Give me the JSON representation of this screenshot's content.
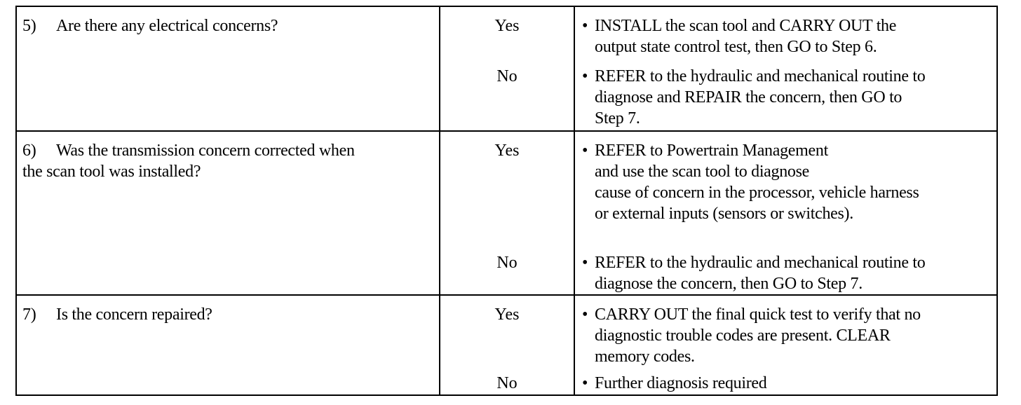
{
  "steps": [
    {
      "number": "5)",
      "question": "Are there any electrical concerns?",
      "answers": [
        {
          "label": "Yes",
          "bullet": "•",
          "lines": [
            "INSTALL the scan tool and CARRY OUT the",
            "output state control test, then GO to Step 6."
          ]
        },
        {
          "label": "No",
          "bullet": "•",
          "lines": [
            "REFER to the hydraulic and mechanical routine to",
            "diagnose and REPAIR the concern, then GO to",
            "Step 7."
          ]
        }
      ]
    },
    {
      "number": "6)",
      "question_lines": [
        "Was the transmission concern corrected when",
        "the scan tool was installed?"
      ],
      "answers": [
        {
          "label": "Yes",
          "bullet": "•",
          "lines": [
            "REFER to Powertrain Management",
            "and use the scan tool to diagnose",
            "cause of concern in the processor, vehicle harness",
            "or external inputs (sensors or  switches)."
          ]
        },
        {
          "label": "No",
          "bullet": "•",
          "lines": [
            "REFER to the hydraulic and mechanical routine to",
            "diagnose the concern, then GO to Step 7."
          ]
        }
      ]
    },
    {
      "number": "7)",
      "question": "Is the concern repaired?",
      "answers": [
        {
          "label": "Yes",
          "bullet": "•",
          "lines": [
            "CARRY OUT the final quick test to verify that no",
            "diagnostic trouble codes are present. CLEAR",
            "memory codes."
          ]
        },
        {
          "label": "No",
          "bullet": "•",
          "lines": [
            "Further diagnosis required"
          ]
        }
      ]
    }
  ]
}
